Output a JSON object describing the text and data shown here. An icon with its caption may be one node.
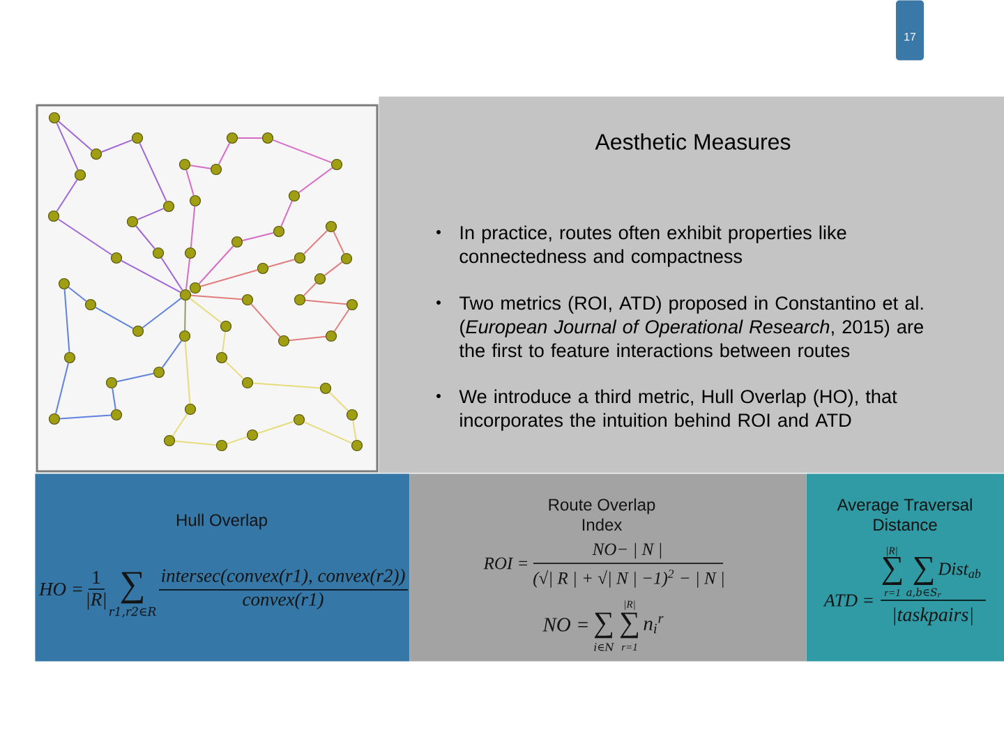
{
  "diagram": {
    "nodes": [
      {
        "text": [
          "17"
        ]
      },
      {
        "text": [],
        "shape": "box"
      },
      {
        "text": [
          "Aesthetic Measures",
          "In practice, routes often exhibit properties like connectedness and compactness",
          "Two metrics (ROI, ATD) proposed in Constantino et al. (*European Journal of Operational Research*, 2015) are the first to feature interactions between routes",
          "We introduce a third metric, Hull Overlap (HO), that incorporates the intuition behind ROI and ATD"
        ]
      },
      {
        "text": [
          "Hull Overlap",
          "HO =",
          "1",
          "|R|",
          "∑",
          "r1,r2∈R",
          "intersec(convex(r1), convex(r2))",
          "convex(r1)"
        ]
      },
      {
        "text": [
          "Route Overlap Index",
          "ROI =",
          "NO− | N |",
          "(√| R | + √| N | −1)$^{2}$ − | N |",
          "NO =",
          "∑",
          "i∈N",
          "|R|",
          "∑",
          "r=1",
          "n$_{i}$$^{r}$"
        ]
      },
      {
        "text": [
          "Average Traversal Distance",
          "ATD =",
          "|R|",
          "∑",
          "r=1",
          "∑",
          "a,b∈S$_{r}$",
          "Dist$_{ab}$",
          "|taskpairs|"
        ]
      },
      {
        "text": [],
        "shape": "circle",
        "in": 1
      },
      {
        "text": [],
        "shape": "circle",
        "in": 1
      },
      {
        "text": [],
        "shape": "circle",
        "in": 1
      },
      {
        "text": [],
        "shape": "circle",
        "in": 1
      },
      {
        "text": [],
        "shape": "circle",
        "in": 1
      },
      {
        "text": [],
        "shape": "circle",
        "in": 1
      },
      {
        "text": [],
        "shape": "circle",
        "in": 1
      },
      {
        "text": [],
        "shape": "circle",
        "in": 1
      },
      {
        "text": [],
        "shape": "circle",
        "in": 1
      },
      {
        "text": [],
        "shape": "circle",
        "in": 1
      },
      {
        "text": [],
        "shape": "circle",
        "in": 1
      },
      {
        "text": [],
        "shape": "circle",
        "in": 1
      },
      {
        "text": [],
        "shape": "circle",
        "in": 1
      },
      {
        "text": [],
        "shape": "circle",
        "in": 1
      },
      {
        "text": [],
        "shape": "circle",
        "in": 1
      },
      {
        "text": [],
        "shape": "circle",
        "in": 1
      },
      {
        "text": [],
        "shape": "circle",
        "in": 1
      },
      {
        "text": [],
        "shape": "circle",
        "in": 1
      },
      {
        "text": [],
        "shape": "circle",
        "in": 1
      },
      {
        "text": [],
        "shape": "circle",
        "in": 1
      },
      {
        "text": [],
        "shape": "circle",
        "in": 1
      },
      {
        "text": [],
        "shape": "circle",
        "in": 1
      },
      {
        "text": [],
        "shape": "circle",
        "in": 1
      },
      {
        "text": [],
        "shape": "circle",
        "in": 1
      },
      {
        "text": [],
        "shape": "circle",
        "in": 1
      },
      {
        "text": [],
        "shape": "circle",
        "in": 1
      },
      {
        "text": [],
        "shape": "circle",
        "in": 1
      },
      {
        "text": [],
        "shape": "circle",
        "in": 1
      },
      {
        "text": [],
        "shape": "circle",
        "in": 1
      },
      {
        "text": [],
        "shape": "circle",
        "in": 1
      },
      {
        "text": [],
        "shape": "circle",
        "in": 1
      },
      {
        "text": [],
        "shape": "circle",
        "in": 1
      },
      {
        "text": [],
        "shape": "circle",
        "in": 1
      },
      {
        "text": [],
        "shape": "circle",
        "in": 1
      },
      {
        "text": [],
        "shape": "circle",
        "in": 1
      },
      {
        "text": [],
        "shape": "circle",
        "in": 1
      },
      {
        "text": [],
        "shape": "circle",
        "in": 1
      },
      {
        "text": [],
        "shape": "circle",
        "in": 1
      },
      {
        "text": [],
        "shape": "circle",
        "in": 1
      },
      {
        "text": [],
        "shape": "circle",
        "in": 1
      },
      {
        "text": [],
        "shape": "circle",
        "in": 1
      },
      {
        "text": [],
        "shape": "circle",
        "in": 1
      },
      {
        "text": [],
        "shape": "circle",
        "in": 1
      },
      {
        "text": [],
        "shape": "circle",
        "in": 1
      },
      {
        "text": [],
        "shape": "circle",
        "in": 1
      },
      {
        "text": [],
        "shape": "circle",
        "in": 1
      },
      {
        "text": [],
        "shape": "circle",
        "in": 1
      },
      {
        "text": [],
        "shape": "circle",
        "in": 1
      },
      {
        "text": [],
        "shape": "circle",
        "in": 1
      },
      {
        "text": [],
        "shape": "circle",
        "in": 1
      },
      {
        "text": [],
        "shape": "circle",
        "in": 1
      }
    ],
    "edges": [
      {
        "from": 6,
        "to": 7,
        "arrow": "none",
        "color": "#a066d8"
      },
      {
        "from": 7,
        "to": 8,
        "arrow": "none",
        "color": "#a066d8"
      },
      {
        "from": 8,
        "to": 9,
        "arrow": "none",
        "color": "#a066d8"
      },
      {
        "from": 9,
        "to": 10,
        "arrow": "none",
        "color": "#a066d8"
      },
      {
        "from": 10,
        "to": 11,
        "arrow": "none",
        "color": "#a066d8"
      },
      {
        "from": 11,
        "to": 12,
        "arrow": "none",
        "color": "#a066d8"
      },
      {
        "from": 12,
        "to": 13,
        "arrow": "none",
        "color": "#a066d8"
      },
      {
        "from": 13,
        "to": 14,
        "arrow": "none",
        "color": "#a066d8"
      },
      {
        "from": 14,
        "to": 15,
        "arrow": "none",
        "color": "#a066d8"
      },
      {
        "from": 15,
        "to": 6,
        "arrow": "none",
        "color": "#a066d8"
      },
      {
        "from": 16,
        "to": 17,
        "arrow": "none",
        "color": "#d66cc6"
      },
      {
        "from": 17,
        "to": 18,
        "arrow": "none",
        "color": "#d66cc6"
      },
      {
        "from": 18,
        "to": 19,
        "arrow": "none",
        "color": "#d66cc6"
      },
      {
        "from": 19,
        "to": 20,
        "arrow": "none",
        "color": "#d66cc6"
      },
      {
        "from": 20,
        "to": 21,
        "arrow": "none",
        "color": "#d66cc6"
      },
      {
        "from": 21,
        "to": 22,
        "arrow": "none",
        "color": "#d66cc6"
      },
      {
        "from": 22,
        "to": 23,
        "arrow": "none",
        "color": "#d66cc6"
      },
      {
        "from": 23,
        "to": 24,
        "arrow": "none",
        "color": "#d66cc6"
      },
      {
        "from": 24,
        "to": 25,
        "arrow": "none",
        "color": "#d66cc6"
      },
      {
        "from": 25,
        "to": 26,
        "arrow": "none",
        "color": "#d66cc6"
      },
      {
        "from": 26,
        "to": 6,
        "arrow": "none",
        "color": "#d66cc6"
      },
      {
        "from": 6,
        "to": 27,
        "arrow": "none",
        "color": "#e27d7d"
      },
      {
        "from": 27,
        "to": 28,
        "arrow": "none",
        "color": "#e27d7d"
      },
      {
        "from": 28,
        "to": 29,
        "arrow": "none",
        "color": "#e27d7d"
      },
      {
        "from": 29,
        "to": 30,
        "arrow": "none",
        "color": "#e27d7d"
      },
      {
        "from": 30,
        "to": 31,
        "arrow": "none",
        "color": "#e27d7d"
      },
      {
        "from": 31,
        "to": 32,
        "arrow": "none",
        "color": "#e27d7d"
      },
      {
        "from": 32,
        "to": 33,
        "arrow": "none",
        "color": "#e27d7d"
      },
      {
        "from": 33,
        "to": 34,
        "arrow": "none",
        "color": "#e27d7d"
      },
      {
        "from": 34,
        "to": 35,
        "arrow": "none",
        "color": "#e27d7d"
      },
      {
        "from": 35,
        "to": 36,
        "arrow": "none",
        "color": "#e27d7d"
      },
      {
        "from": 36,
        "to": 16,
        "arrow": "none",
        "color": "#e27d7d"
      },
      {
        "from": 6,
        "to": 37,
        "arrow": "none",
        "color": "#5f82de"
      },
      {
        "from": 37,
        "to": 38,
        "arrow": "none",
        "color": "#5f82de"
      },
      {
        "from": 38,
        "to": 39,
        "arrow": "none",
        "color": "#5f82de"
      },
      {
        "from": 39,
        "to": 40,
        "arrow": "none",
        "color": "#5f82de"
      },
      {
        "from": 40,
        "to": 41,
        "arrow": "none",
        "color": "#5f82de"
      },
      {
        "from": 41,
        "to": 42,
        "arrow": "none",
        "color": "#5f82de"
      },
      {
        "from": 42,
        "to": 43,
        "arrow": "none",
        "color": "#5f82de"
      },
      {
        "from": 43,
        "to": 44,
        "arrow": "none",
        "color": "#5f82de"
      },
      {
        "from": 44,
        "to": 45,
        "arrow": "none",
        "color": "#5f82de"
      },
      {
        "from": 45,
        "to": 6,
        "arrow": "none",
        "color": "#8f9a72"
      },
      {
        "from": 45,
        "to": 56,
        "arrow": "none",
        "color": "#e6dc7c"
      },
      {
        "from": 56,
        "to": 55,
        "arrow": "none",
        "color": "#e6dc7c"
      },
      {
        "from": 55,
        "to": 54,
        "arrow": "none",
        "color": "#e6dc7c"
      },
      {
        "from": 54,
        "to": 53,
        "arrow": "none",
        "color": "#e6dc7c"
      },
      {
        "from": 53,
        "to": 52,
        "arrow": "none",
        "color": "#e6dc7c"
      },
      {
        "from": 52,
        "to": 51,
        "arrow": "none",
        "color": "#e6dc7c"
      },
      {
        "from": 51,
        "to": 50,
        "arrow": "none",
        "color": "#e6dc7c"
      },
      {
        "from": 50,
        "to": 49,
        "arrow": "none",
        "color": "#e6dc7c"
      },
      {
        "from": 49,
        "to": 48,
        "arrow": "none",
        "color": "#e6dc7c"
      },
      {
        "from": 48,
        "to": 47,
        "arrow": "none",
        "color": "#e6dc7c"
      },
      {
        "from": 47,
        "to": 46,
        "arrow": "none",
        "color": "#e6dc7c"
      },
      {
        "from": 46,
        "to": 6,
        "arrow": "none",
        "color": "#e6dc7c"
      }
    ]
  }
}
